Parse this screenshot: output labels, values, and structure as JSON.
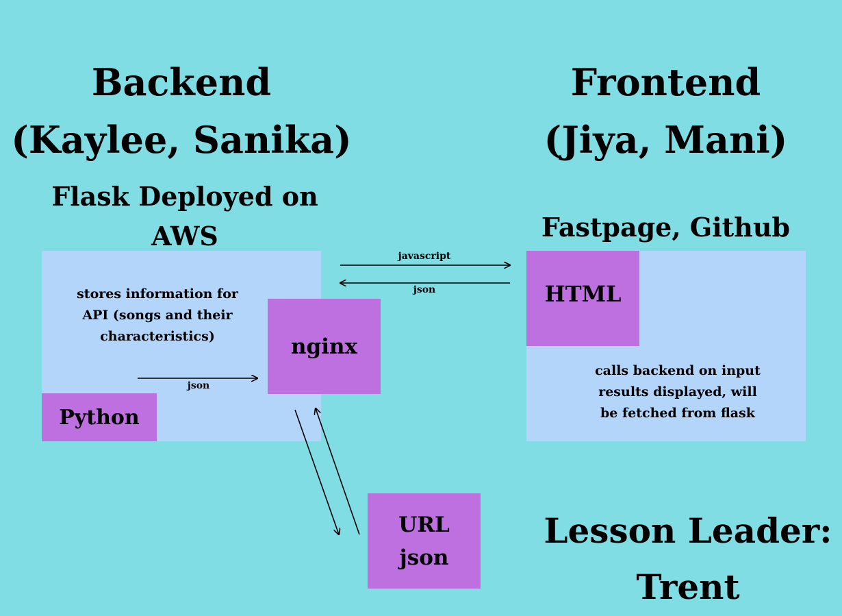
{
  "backend": {
    "title": "Backend",
    "team": "(Kaylee, Sanika)",
    "subtitle_line1": "Flask Deployed on",
    "subtitle_line2": "AWS",
    "description_line1": "stores information for",
    "description_line2": "API (songs and their",
    "description_line3": "characteristics)",
    "python_label": "Python",
    "nginx_label": "nginx",
    "json_label": "json"
  },
  "frontend": {
    "title": "Frontend",
    "team": "(Jiya, Mani)",
    "subtitle": "Fastpage, Github",
    "html_label": "HTML",
    "description_line1": "calls backend on input",
    "description_line2": "results displayed, will",
    "description_line3": "be fetched from flask"
  },
  "connections": {
    "to_frontend_label": "javascript",
    "to_backend_label": "json"
  },
  "url_box": {
    "line1": "URL",
    "line2": "json"
  },
  "leader": {
    "line1": "Lesson Leader:",
    "line2": "Trent"
  },
  "colors": {
    "background": "#80dde4",
    "panel": "#b3d5fa",
    "box": "#be70e0"
  }
}
